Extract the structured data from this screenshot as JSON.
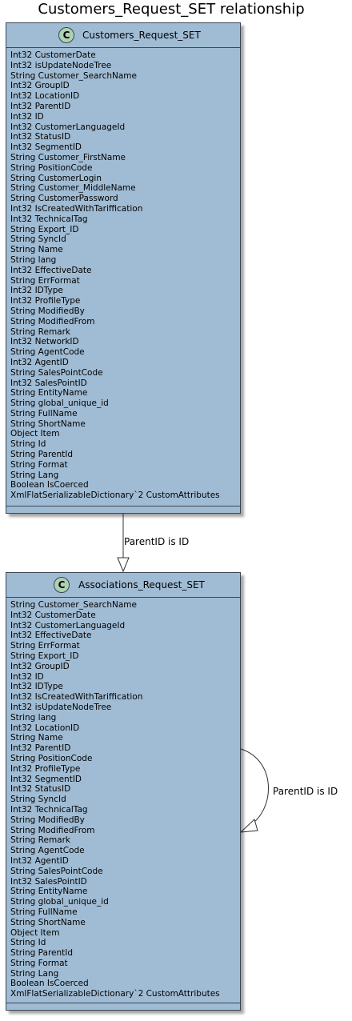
{
  "title": "Customers_Request_SET relationship",
  "classes": [
    {
      "stereotype": "C",
      "name": "Customers_Request_SET",
      "fields": [
        "Int32 CustomerDate",
        "Int32 isUpdateNodeTree",
        "String Customer_SearchName",
        "Int32 GroupID",
        "Int32 LocationID",
        "Int32 ParentID",
        "Int32 ID",
        "Int32 CustomerLanguageId",
        "Int32 StatusID",
        "Int32 SegmentID",
        "String Customer_FirstName",
        "String PositionCode",
        "String CustomerLogin",
        "String Customer_MiddleName",
        "String CustomerPassword",
        "Int32 IsCreatedWithTariffication",
        "Int32 TechnicalTag",
        "String Export_ID",
        "String SyncId",
        "String Name",
        "String lang",
        "Int32 EffectiveDate",
        "String ErrFormat",
        "Int32 IDType",
        "Int32 ProfileType",
        "String ModifiedBy",
        "String ModifiedFrom",
        "String Remark",
        "Int32 NetworkID",
        "String AgentCode",
        "Int32 AgentID",
        "String SalesPointCode",
        "Int32 SalesPointID",
        "String EntityName",
        "String global_unique_id",
        "String FullName",
        "String ShortName",
        "Object Item",
        "String Id",
        "String ParentId",
        "String Format",
        "String Lang",
        "Boolean IsCoerced",
        "XmlFlatSerializableDictionary`2 CustomAttributes"
      ]
    },
    {
      "stereotype": "C",
      "name": "Associations_Request_SET",
      "fields": [
        "String Customer_SearchName",
        "Int32 CustomerDate",
        "Int32 CustomerLanguageId",
        "Int32 EffectiveDate",
        "String ErrFormat",
        "String Export_ID",
        "Int32 GroupID",
        "Int32 ID",
        "Int32 IDType",
        "Int32 IsCreatedWithTariffication",
        "Int32 isUpdateNodeTree",
        "String lang",
        "Int32 LocationID",
        "String Name",
        "Int32 ParentID",
        "String PositionCode",
        "Int32 ProfileType",
        "Int32 SegmentID",
        "Int32 StatusID",
        "String SyncId",
        "Int32 TechnicalTag",
        "String ModifiedBy",
        "String ModifiedFrom",
        "String Remark",
        "String AgentCode",
        "Int32 AgentID",
        "String SalesPointCode",
        "Int32 SalesPointID",
        "String EntityName",
        "String global_unique_id",
        "String FullName",
        "String ShortName",
        "Object Item",
        "String Id",
        "String ParentId",
        "String Format",
        "String Lang",
        "Boolean IsCoerced",
        "XmlFlatSerializableDictionary`2 CustomAttributes"
      ]
    }
  ],
  "relations": [
    {
      "label": "ParentID is ID"
    },
    {
      "label": "ParentID is ID"
    }
  ],
  "colors": {
    "class_fill": "#a0bcd4",
    "class_border": "#3a4654",
    "badge_fill": "#add1b2"
  }
}
